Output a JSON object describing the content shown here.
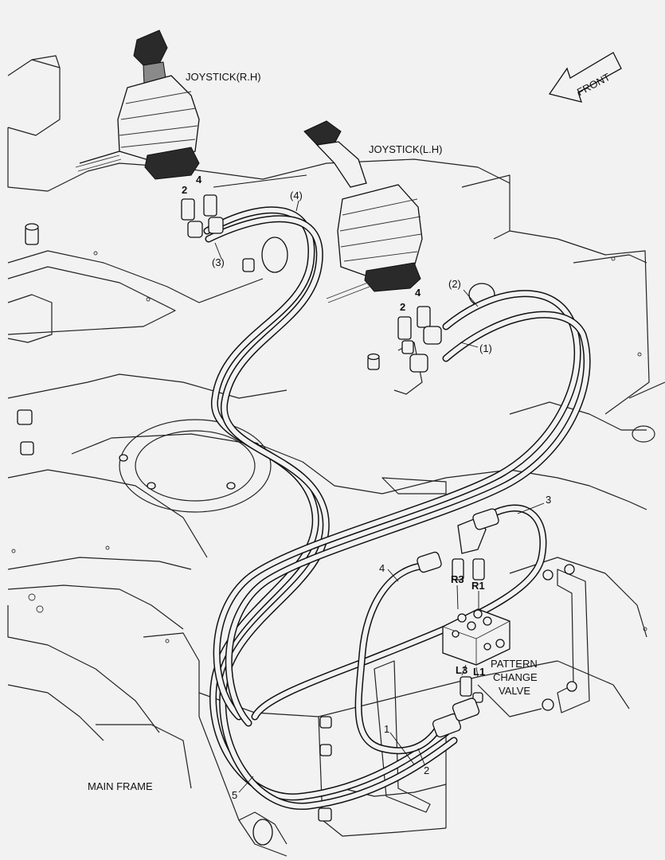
{
  "labels": {
    "joystick_rh": "JOYSTICK(R.H)",
    "joystick_lh": "JOYSTICK(L.H)",
    "front": "FRONT",
    "main_frame": "MAIN FRAME",
    "pattern_change_valve_line1": "PATTERN",
    "pattern_change_valve_line2": "CHANGE",
    "pattern_change_valve_line3": "VALVE"
  },
  "callouts": {
    "rh_port_2": "2",
    "rh_port_4": "4",
    "lh_port_2": "2",
    "lh_port_4": "4",
    "hose_paren_1": "(1)",
    "hose_paren_2": "(2)",
    "hose_paren_3": "(3)",
    "hose_paren_4": "(4)",
    "hose_1": "1",
    "hose_2": "2",
    "hose_3": "3",
    "hose_4": "4",
    "hose_5": "5",
    "port_r3": "R3",
    "port_r1": "R1",
    "port_l3": "L3",
    "port_l1": "L1"
  },
  "colors": {
    "background": "#f2f2f2",
    "line": "#111111",
    "handle": "#2a2a2a"
  }
}
